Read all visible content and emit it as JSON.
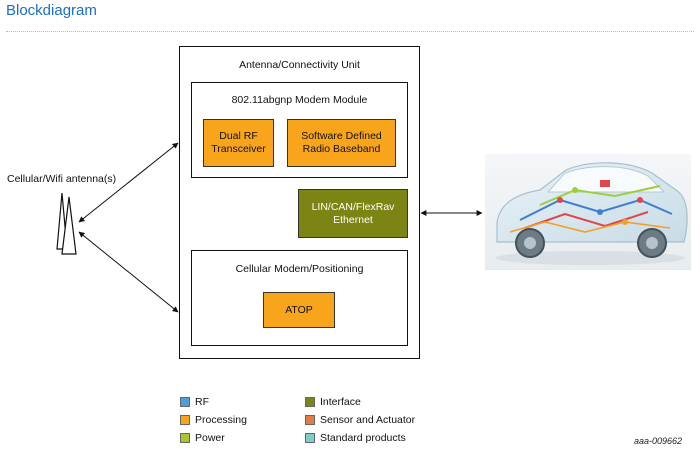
{
  "title": "Blockdiagram",
  "antenna_label": "Cellular/Wifi antenna(s)",
  "unit": {
    "label": "Antenna/Connectivity Unit",
    "modem_module": {
      "label": "802.11abgnp Modem Module",
      "blocks": [
        "Dual RF\nTransceiver",
        "Software Defined\nRadio Baseband"
      ]
    },
    "interface_block": "LIN/CAN/FlexRav\nEthernet",
    "cellular": {
      "label": "Cellular Modem/Positioning",
      "block": "ATOP"
    }
  },
  "legend": [
    {
      "label": "RF",
      "color": "#4a9fd6"
    },
    {
      "label": "Processing",
      "color": "#f9a51b"
    },
    {
      "label": "Power",
      "color": "#a8c62e"
    },
    {
      "label": "Interface",
      "color": "#7c8413"
    },
    {
      "label": "Sensor and Actuator",
      "color": "#e07b4a"
    },
    {
      "label": "Standard products",
      "color": "#7ccfc8"
    }
  ],
  "doc_id": "aaa-009662"
}
